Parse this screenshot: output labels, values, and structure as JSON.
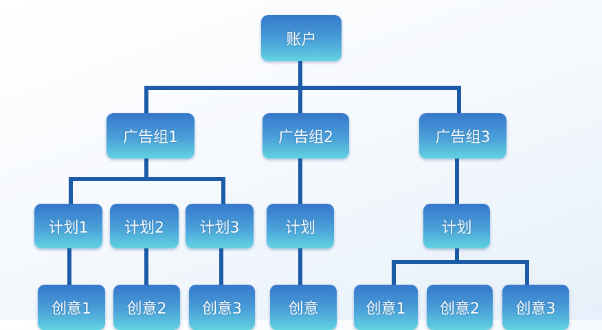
{
  "root": {
    "label": "账户"
  },
  "groups": [
    {
      "label": "广告组1",
      "plans": [
        {
          "label": "计划1",
          "creative": "创意1"
        },
        {
          "label": "计划2",
          "creative": "创意2"
        },
        {
          "label": "计划3",
          "creative": "创意3"
        }
      ]
    },
    {
      "label": "广告组2",
      "plans": [
        {
          "label": "计划",
          "creative": "创意"
        }
      ]
    },
    {
      "label": "广告组3",
      "plans": [
        {
          "label": "计划",
          "creatives": [
            "创意1",
            "创意2",
            "创意3"
          ]
        }
      ]
    }
  ],
  "colors": {
    "line": "#1c5ba8",
    "node_top": "#3677cc",
    "node_bottom": "#62d3e2"
  }
}
